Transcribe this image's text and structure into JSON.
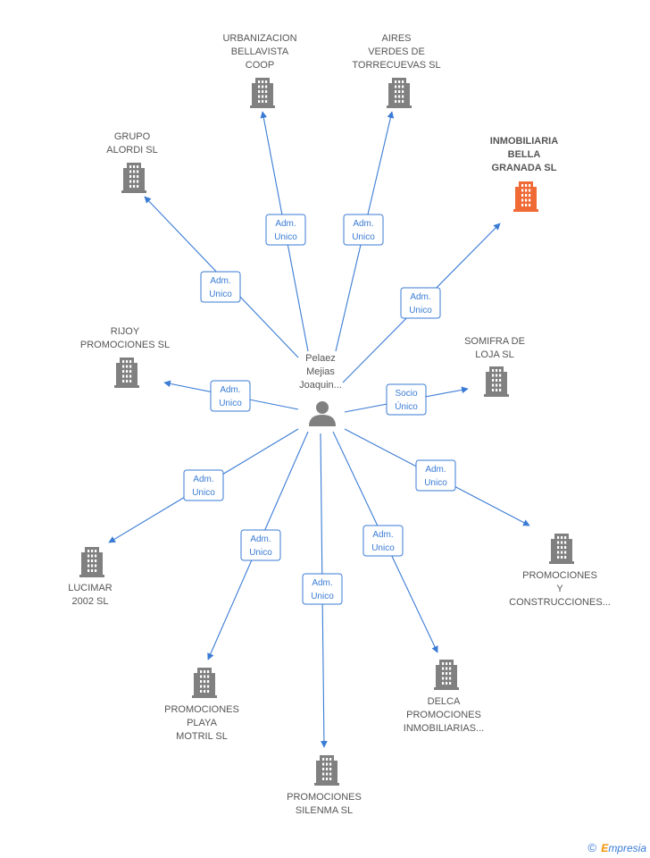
{
  "colors": {
    "edge": "#3a7bd5",
    "building": "#808080",
    "building_highlight": "#f06a35",
    "person": "#808080"
  },
  "center": {
    "name_lines": [
      "Pelaez",
      "Mejias",
      "Joaquin..."
    ],
    "icon": "person-icon"
  },
  "nodes": [
    {
      "id": "urbanizacion",
      "lines": [
        "URBANIZACION",
        "BELLAVISTA",
        "COOP"
      ],
      "edge_label": [
        "Adm.",
        "Unico"
      ],
      "highlight": false
    },
    {
      "id": "aires",
      "lines": [
        "AIRES",
        "VERDES DE",
        "TORRECUEVAS SL"
      ],
      "edge_label": [
        "Adm.",
        "Unico"
      ],
      "highlight": false
    },
    {
      "id": "grupo",
      "lines": [
        "GRUPO",
        "ALORDI SL"
      ],
      "edge_label": [
        "Adm.",
        "Unico"
      ],
      "highlight": false
    },
    {
      "id": "inmobiliaria",
      "lines": [
        "INMOBILIARIA",
        "BELLA",
        "GRANADA SL"
      ],
      "edge_label": [
        "Adm.",
        "Unico"
      ],
      "highlight": true
    },
    {
      "id": "rijoy",
      "lines": [
        "RIJOY",
        "PROMOCIONES SL"
      ],
      "edge_label": [
        "Adm.",
        "Unico"
      ],
      "highlight": false
    },
    {
      "id": "somifra",
      "lines": [
        "SOMIFRA DE",
        "LOJA SL"
      ],
      "edge_label": [
        "Socio",
        "Único"
      ],
      "highlight": false
    },
    {
      "id": "lucimar",
      "lines": [
        "LUCIMAR",
        "2002 SL"
      ],
      "edge_label": [
        "Adm.",
        "Unico"
      ],
      "highlight": false
    },
    {
      "id": "construcciones",
      "lines": [
        "PROMOCIONES",
        "Y",
        "CONSTRUCCIONES..."
      ],
      "edge_label": [
        "Adm.",
        "Unico"
      ],
      "highlight": false
    },
    {
      "id": "playa",
      "lines": [
        "PROMOCIONES",
        "PLAYA",
        "MOTRIL SL"
      ],
      "edge_label": [
        "Adm.",
        "Unico"
      ],
      "highlight": false
    },
    {
      "id": "delca",
      "lines": [
        "DELCA",
        "PROMOCIONES",
        "INMOBILIARIAS..."
      ],
      "edge_label": [
        "Adm.",
        "Unico"
      ],
      "highlight": false
    },
    {
      "id": "silenma",
      "lines": [
        "PROMOCIONES",
        "SILENMA  SL"
      ],
      "edge_label": [
        "Adm.",
        "Unico"
      ],
      "highlight": false
    }
  ],
  "footer": {
    "copyright": "©",
    "brand_first": "E",
    "brand_rest": "mpresia"
  }
}
